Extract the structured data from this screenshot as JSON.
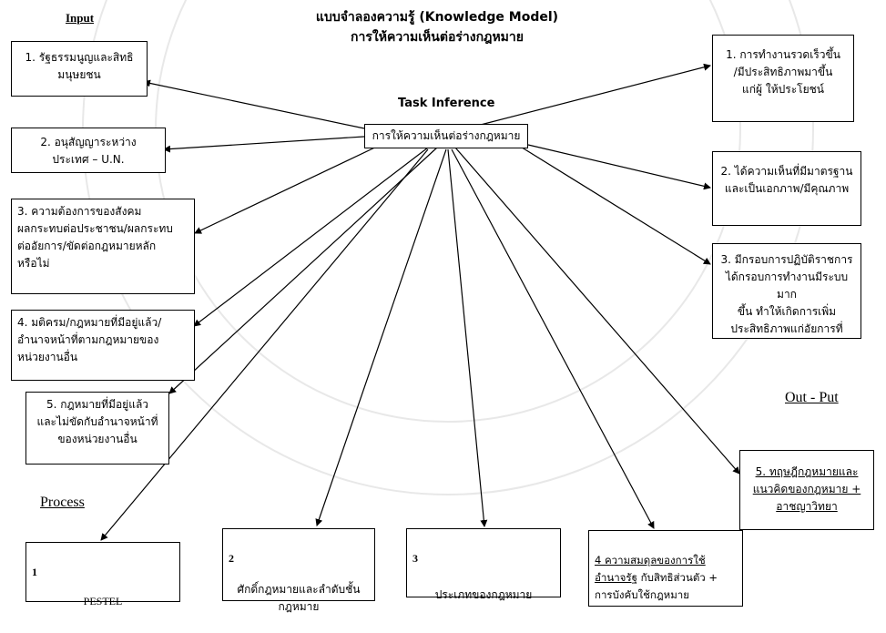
{
  "header": {
    "input_label": "Input",
    "title_line1": "แบบจำลองความรู้ (Knowledge Model)",
    "title_line2": "การให้ความเห็นต่อร่างกฎหมาย",
    "task_inference": "Task Inference",
    "process_label": "Process",
    "output_label": "Out - Put"
  },
  "center_box": "การให้ความเห็นต่อร่างกฎหมาย",
  "inputs": [
    "1. รัฐธรรมนูญและสิทธิ\nมนุษยชน",
    "2.  อนุสัญญาระหว่าง\nประเทศ  – U.N.",
    "3.  ความต้องการของสังคม\nผลกระทบต่อประชาชน/ผลกระทบ\nต่ออัยการ/ขัดต่อกฎหมายหลัก\nหรือไม่",
    "4.  มติครม/กฎหมายที่มีอยู่แล้ว/\nอำนาจหน้าที่ตามกฎหมายของ\nหน่วยงานอื่น",
    "5.  กฎหมายที่มีอยู่แล้ว\nและไม่ขัดกับอำนาจหน้าที่\nของหน่วยงานอื่น"
  ],
  "outputs": [
    "1. การทำงานรวดเร็วขึ้น\n/มีประสิทธิภาพมาขึ้น\nแก่ผู้ ให้ประโยชน์",
    "2. ได้ความเห็นที่มีมาตรฐาน\nและเป็นเอกภาพ/มีคุณภาพ",
    "3.  มีกรอบการปฏิบัติราชการ\nได้กรอบการทำงานมีระบบมาก\nขึ้น    ทำให้เกิดการเพิ่ม\nประสิทธิภาพแก่อัยการที่",
    "5. ทฤษฎีกฎหมายและ\nแนวคิดของกฎหมาย +\nอาชญาวิทยา"
  ],
  "process": [
    {
      "num": "1",
      "text": "PESTEL"
    },
    {
      "num": "2",
      "text": "ศักดิ์กฎหมายและลำดับชั้น\nกฎหมาย"
    },
    {
      "num": "3",
      "text": "ประเภทของกฎหมาย"
    },
    {
      "num": "4",
      "text_a": "4  ความสมดุลของการใช้\nอำนาจรัฐ",
      "text_b": " กับสิทธิส่วนตัว +\nการบังคับใช้กฎหมาย"
    }
  ]
}
